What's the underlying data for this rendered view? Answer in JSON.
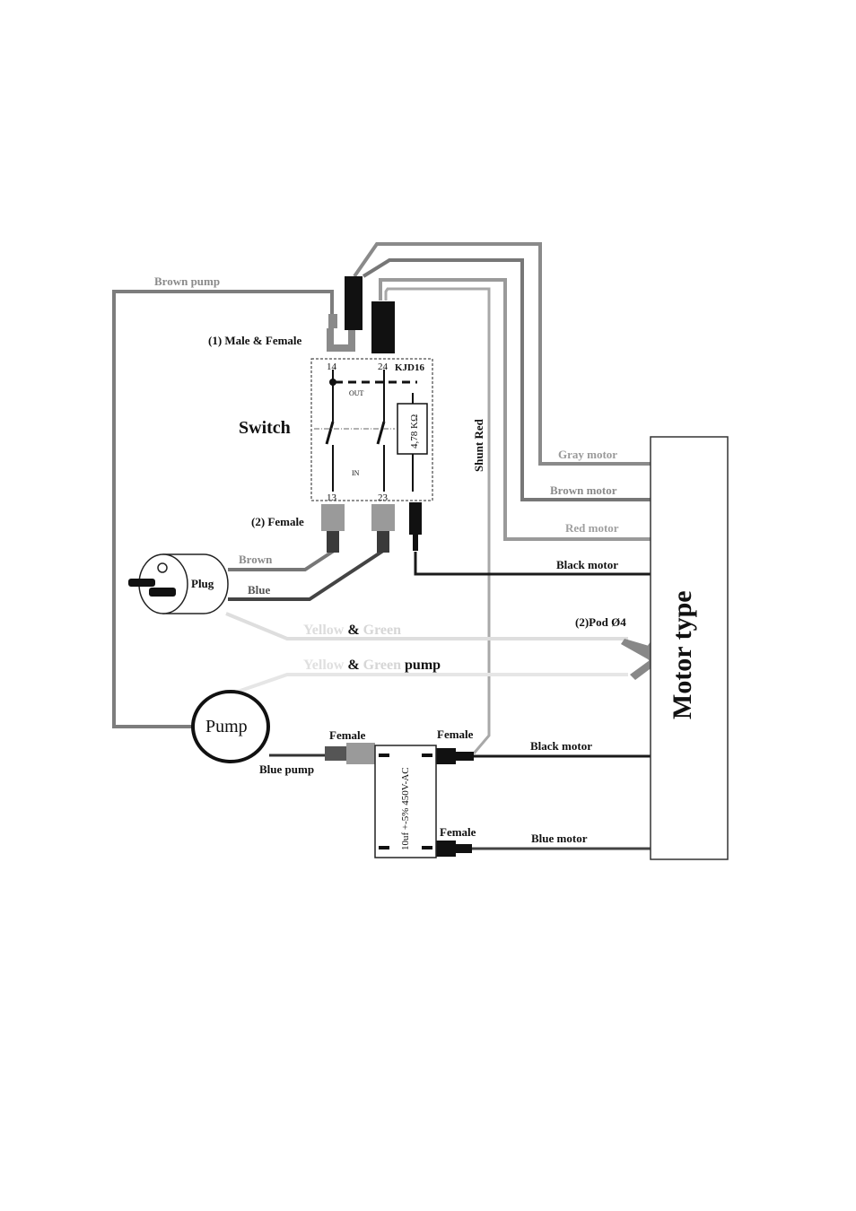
{
  "labels": {
    "brown_pump": "Brown pump",
    "male_female": "(1) Male & Female",
    "switch": "Switch",
    "kjd16": "KJD16",
    "t14": "14",
    "t24": "24",
    "t13": "13",
    "t23": "23",
    "out": "OUT",
    "in": "IN",
    "resistor": "4,78 KΩ",
    "shunt_red": "Shunt Red",
    "female_2": "(2) Female",
    "plug": "Plug",
    "brown": "Brown",
    "blue": "Blue",
    "gray_motor": "Gray motor",
    "brown_motor": "Brown motor",
    "red_motor": "Red motor",
    "black_motor_top": "Black motor",
    "pod": "(2)Pod Ø4",
    "yg1_a": "Yellow",
    "yg1_b": " & ",
    "yg1_c": "Green",
    "yg2_a": "Yellow",
    "yg2_b": " & ",
    "yg2_c": "Green",
    "yg2_d": " pump",
    "pump": "Pump",
    "female_pump": "Female",
    "blue_pump": "Blue pump",
    "female_cap_top": "Female",
    "female_cap_bottom": "Female",
    "capacitor": "10uf +-5% 450V-AC",
    "black_motor_bottom": "Black motor",
    "blue_motor": "Blue motor",
    "motor_type": "Motor type"
  }
}
